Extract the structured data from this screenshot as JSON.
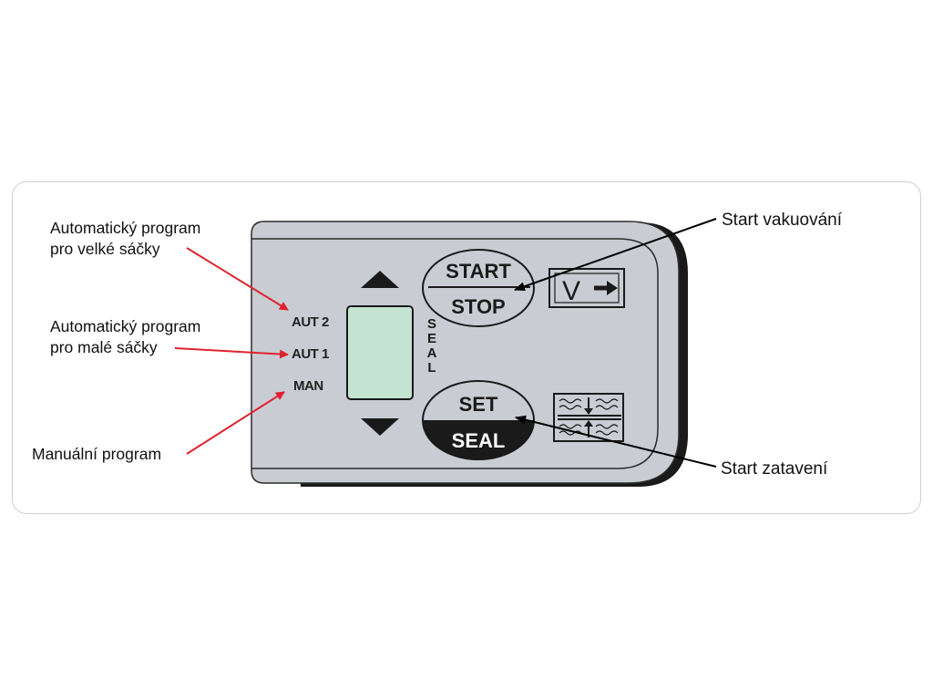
{
  "callouts": {
    "auto_large_line1": "Automatický program",
    "auto_large_line2": "pro velké sáčky",
    "auto_small_line1": "Automatický program",
    "auto_small_line2": "pro malé sáčky",
    "manual": "Manuální program",
    "start_vacuum": "Start vakuování",
    "start_seal": "Start zatavení"
  },
  "panel": {
    "modes": [
      "AUT 2",
      "AUT 1",
      "MAN"
    ],
    "seal_vertical": "SEAL",
    "start_label": "START",
    "stop_label": "STOP",
    "set_label": "SET",
    "seal_label": "SEAL",
    "vacuum_icon_letter": "V"
  },
  "colors": {
    "panel_fill": "#c9ccd3",
    "panel_shadow": "#1a1a1a",
    "display_fill": "#c4e3d0",
    "arrow_red": "#e0232f",
    "arrow_black": "#000000"
  }
}
